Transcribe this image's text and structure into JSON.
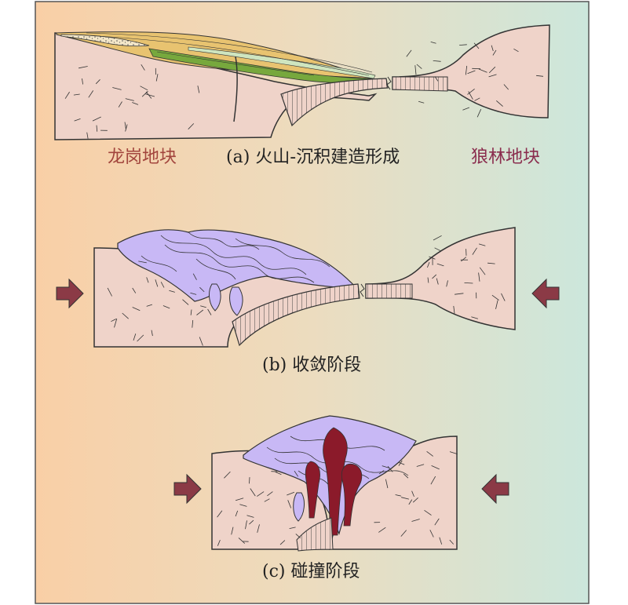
{
  "stages": [
    {
      "letter": "(a)",
      "title": "火山-沉积建造形成"
    },
    {
      "letter": "(b)",
      "title": "收敛阶段"
    },
    {
      "letter": "(c)",
      "title": "碰撞阶段"
    }
  ],
  "blocks": {
    "left": "龙岗地块",
    "right": "狼林地块"
  },
  "colors": {
    "background_left": "#f9cfa6",
    "background_right": "#cce7dc",
    "crust": "#efd3c9",
    "subducting_slab": "#efd3c9",
    "volcanic_sediment": "#e8c370",
    "green_layer": "#77a83d",
    "folded_layer": "#c8b8f5",
    "granite": "#8b1a2a",
    "arrow": "#8b3a46",
    "left_block_label": "#a2453d",
    "right_block_label": "#8a2c4d"
  },
  "icons": {
    "convergence_arrow": "arrow-right-icon",
    "convergence_arrow_reverse": "arrow-left-icon"
  }
}
